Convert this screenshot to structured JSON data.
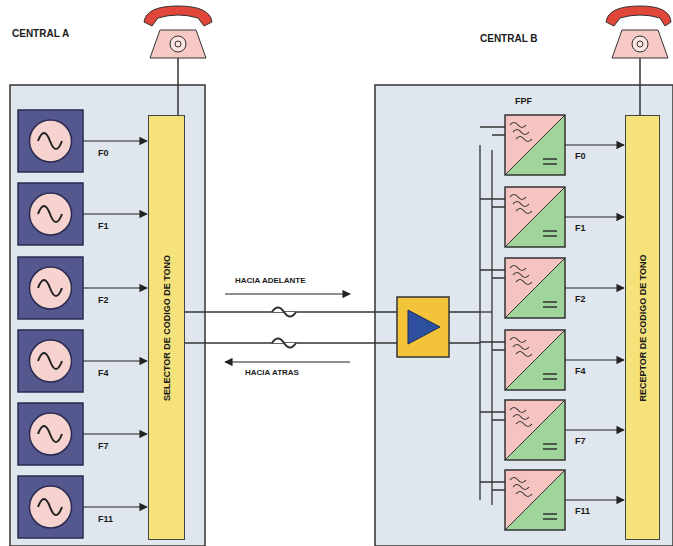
{
  "diagram": {
    "nodes": [
      {
        "text": [
          "CENTRAL A"
        ]
      },
      {
        "text": [
          "SELECTOR DE CODIGO DE TONO"
        ],
        "in": 0
      },
      {
        "text": [
          "CENTRAL B"
        ]
      },
      {
        "text": [
          "RECEPTOR DE CODIGO DE TONO"
        ],
        "in": 2
      }
    ],
    "labels": [
      "FPF",
      "HACIA ADELANTE",
      "HACIA ATRAS",
      "F0",
      "F1",
      "F2",
      "F4",
      "F7",
      "F11",
      "F0",
      "F1",
      "F2",
      "F4",
      "F7",
      "F11"
    ]
  }
}
